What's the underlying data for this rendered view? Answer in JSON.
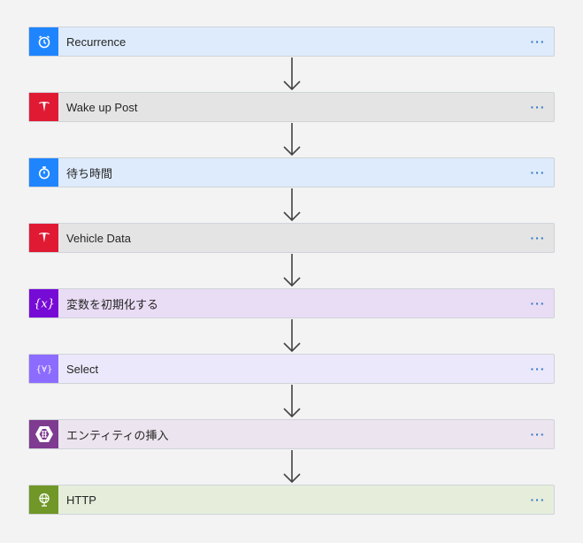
{
  "steps": [
    {
      "label": "Recurrence",
      "icon": "alarm-clock-icon",
      "icon_bg": "#1f85ff",
      "card_bg": "#deebfc"
    },
    {
      "label": "Wake up Post",
      "icon": "tesla-logo-icon",
      "icon_bg": "#e11a34",
      "card_bg": "#e4e4e4"
    },
    {
      "label": "待ち時間",
      "icon": "timer-icon",
      "icon_bg": "#1f85ff",
      "card_bg": "#deebfc"
    },
    {
      "label": "Vehicle Data",
      "icon": "tesla-logo-icon",
      "icon_bg": "#e11a34",
      "card_bg": "#e4e4e4"
    },
    {
      "label": "変数を初期化する",
      "icon": "variable-icon",
      "icon_bg": "#770bd6",
      "card_bg": "#e9dcf5"
    },
    {
      "label": "Select",
      "icon": "data-operation-icon",
      "icon_bg": "#8c6cff",
      "card_bg": "#ece8fb"
    },
    {
      "label": "エンティティの挿入",
      "icon": "dataverse-icon",
      "icon_bg": "#7e3b8f",
      "card_bg": "#ece4ef"
    },
    {
      "label": "HTTP",
      "icon": "globe-icon",
      "icon_bg": "#709727",
      "card_bg": "#e6eedb"
    }
  ],
  "more_glyph": "···"
}
